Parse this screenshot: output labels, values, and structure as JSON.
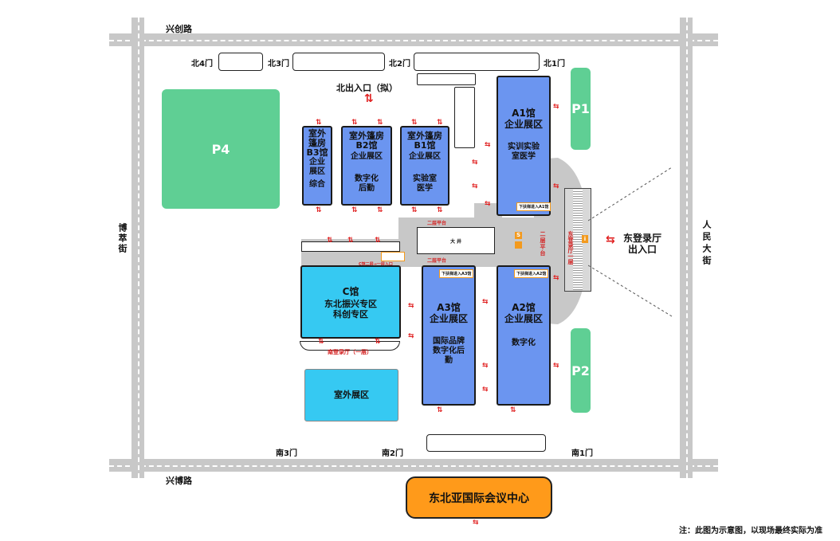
{
  "roads": {
    "north": "兴创路",
    "south": "兴博路",
    "west": "博萃街",
    "east": "人民大街"
  },
  "gates": {
    "n4": "北4门",
    "n3": "北3门",
    "n2": "北2门",
    "n1": "北1门",
    "s3": "南3门",
    "s2": "南2门",
    "s1": "南1门"
  },
  "entrances": {
    "north": "北出入口（拟）",
    "east_line1": "东登录厅",
    "east_line2": "出入口",
    "east_hall_lobby": "东登录厅一层",
    "south_lobby": "南登录厅（一层）",
    "c_hall_escalator_note": "C馆二层→一层入口"
  },
  "parking": {
    "p1": "P1",
    "p2": "P2",
    "p4": "P4"
  },
  "halls": {
    "b3": {
      "name": "室外篷房B3馆",
      "zone": "企业展区",
      "sub": "综合"
    },
    "b2": {
      "name": "室外篷房B2馆",
      "zone": "企业展区",
      "sub": "数字化后勤"
    },
    "b1": {
      "name": "室外篷房B1馆",
      "zone": "企业展区",
      "sub": "实验室医学"
    },
    "a1": {
      "name": "A1馆",
      "zone": "企业展区",
      "sub": "实训实验室医学"
    },
    "a2": {
      "name": "A2馆",
      "zone": "企业展区",
      "sub": "数字化"
    },
    "a3": {
      "name": "A3馆",
      "zone": "企业展区",
      "sub": "国际品牌数字化后勤"
    },
    "c": {
      "name": "C馆",
      "zone": "东北振兴专区",
      "sub": "科创专区"
    },
    "outdoor": {
      "name": "室外展区"
    }
  },
  "platform": {
    "atrium": "大 井",
    "second_floor_top": "二层平台",
    "second_floor_bottom": "二层平台",
    "second_floor_vertical": "二层平台",
    "escalator_a1": "下扶梯进入A1馆",
    "escalator_a3": "下扶梯进入A3馆",
    "escalator_a2": "下扶梯进入A2馆"
  },
  "conference": "东北亚国际会议中心",
  "note": "注：此图为示意图，以现场最终实际为准",
  "colors": {
    "hall_blue": "#6b95f0",
    "c_hall_cyan": "#36c9f2",
    "parking_green": "#5fcf94",
    "conference_orange": "#ff9a1a",
    "road_gray": "#c8c8c8",
    "arrow_red": "#e02020"
  }
}
